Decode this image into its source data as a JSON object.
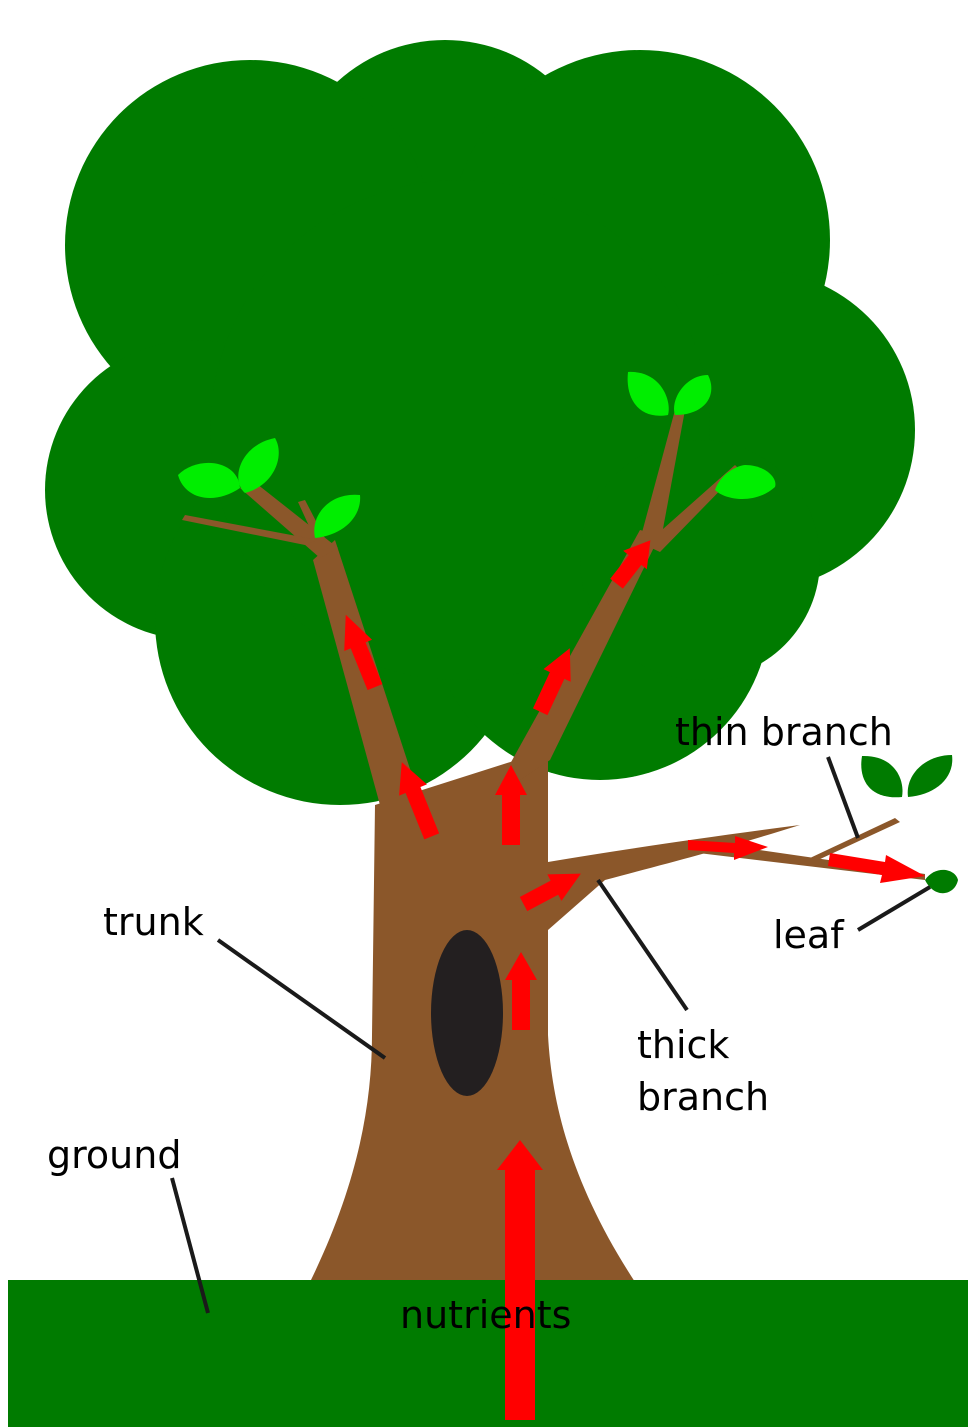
{
  "labels": {
    "thin_branch": "thin branch",
    "trunk": "trunk",
    "leaf": "leaf",
    "thick_branch_line1": "thick",
    "thick_branch_line2": "branch",
    "ground": "ground",
    "nutrients": "nutrients"
  },
  "colors": {
    "canopy": "#007b00",
    "trunk": "#8b572a",
    "hollow": "#231f20",
    "ground": "#007b00",
    "leaf_light": "#00ee00",
    "leaf_dark": "#007b00",
    "arrow": "#ff0000",
    "leader_line": "#1a1a1a"
  }
}
